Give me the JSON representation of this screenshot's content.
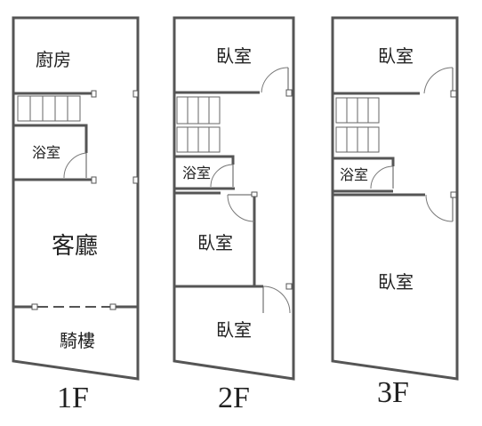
{
  "floors": [
    {
      "label": "1F",
      "rooms": {
        "kitchen": "廚房",
        "bath": "浴室",
        "living": "客廳",
        "arcade": "騎樓"
      }
    },
    {
      "label": "2F",
      "rooms": {
        "bedroom_top": "臥室",
        "bath": "浴室",
        "bedroom_mid": "臥室",
        "bedroom_bottom": "臥室"
      }
    },
    {
      "label": "3F",
      "rooms": {
        "bedroom_top": "臥室",
        "bath": "浴室",
        "bedroom_main": "臥室"
      }
    }
  ]
}
